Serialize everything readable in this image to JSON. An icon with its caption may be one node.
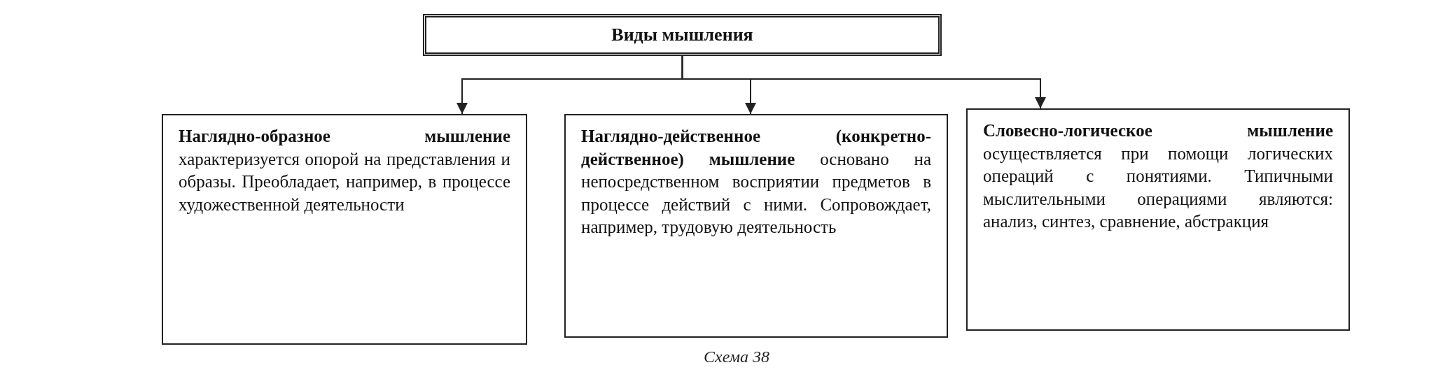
{
  "diagram": {
    "caption": "Схема 38",
    "nodes": [
      {
        "text": [
          "Виды мышления"
        ]
      },
      {
        "text": [
          "**Наглядно-образное мышление** характеризуется опорой на представления и образы. Преобладает, например, в процессе художественной деятельности"
        ]
      },
      {
        "text": [
          "**Наглядно-действенное (конкретно-действенное) мышление** основано на непосредственном восприятии предметов в процессе действий с ними. Сопровождает, например, трудовую деятельность"
        ]
      },
      {
        "text": [
          "**Словесно-логическое мышление** осуществляется при помощи логических операций с понятиями. Типичными мыслительными операциями являются: анализ, синтез, сравнение, абстракция"
        ]
      }
    ],
    "edges": [
      {
        "from": 0,
        "to": 1,
        "arrow": "to"
      },
      {
        "from": 0,
        "to": 2,
        "arrow": "to"
      },
      {
        "from": 0,
        "to": 3,
        "arrow": "to"
      }
    ]
  }
}
